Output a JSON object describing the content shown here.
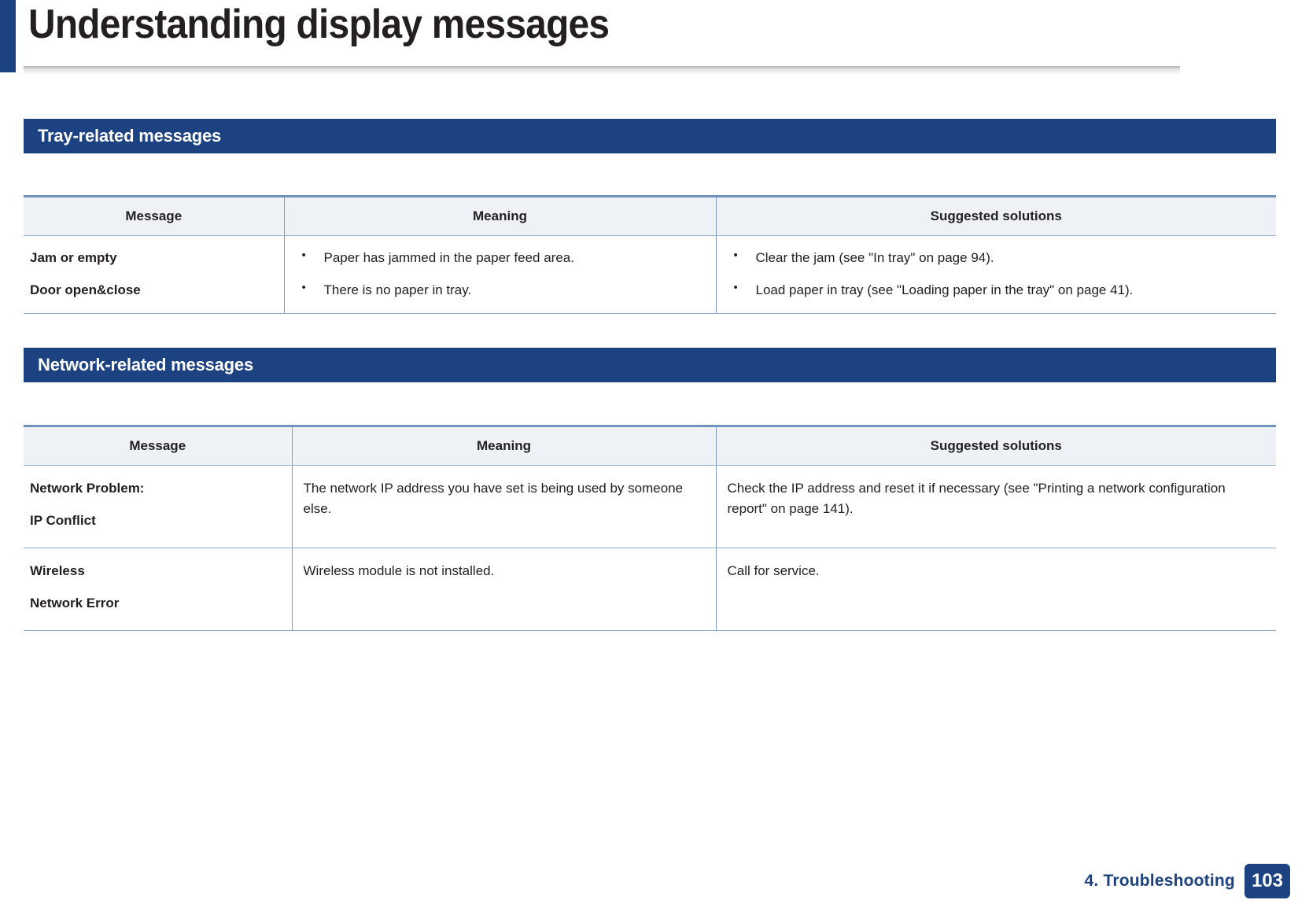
{
  "page": {
    "title": "Understanding display messages",
    "accent_color": "#1d4281",
    "table_header_bg": "#eef2f6",
    "table_border_color": "#8fabcb"
  },
  "sections": [
    {
      "heading": "Tray-related messages",
      "table": {
        "columns": [
          "Message",
          "Meaning",
          "Suggested solutions"
        ],
        "rows": [
          {
            "message_lines": [
              "Jam or empty",
              "Door open&close"
            ],
            "meaning_bullets": [
              "Paper has jammed in the paper feed area.",
              "There is no paper in tray."
            ],
            "solution_bullets": [
              "Clear the jam (see \"In tray\" on page 94).",
              "Load paper in tray (see \"Loading paper in the tray\" on page 41)."
            ]
          }
        ]
      }
    },
    {
      "heading": "Network-related messages",
      "table": {
        "columns": [
          "Message",
          "Meaning",
          "Suggested solutions"
        ],
        "rows": [
          {
            "message_lines": [
              "Network Problem:",
              "IP Conflict"
            ],
            "meaning_text": "The network IP address you have set is being used by someone else.",
            "solution_text": "Check the IP address and reset it if necessary (see \"Printing a network configuration report\" on page 141)."
          },
          {
            "message_lines": [
              "Wireless",
              "Network Error"
            ],
            "meaning_text": "Wireless module is not installed.",
            "solution_text": "Call for service."
          }
        ]
      }
    }
  ],
  "footer": {
    "chapter": "4.  Troubleshooting",
    "page_number": "103"
  }
}
